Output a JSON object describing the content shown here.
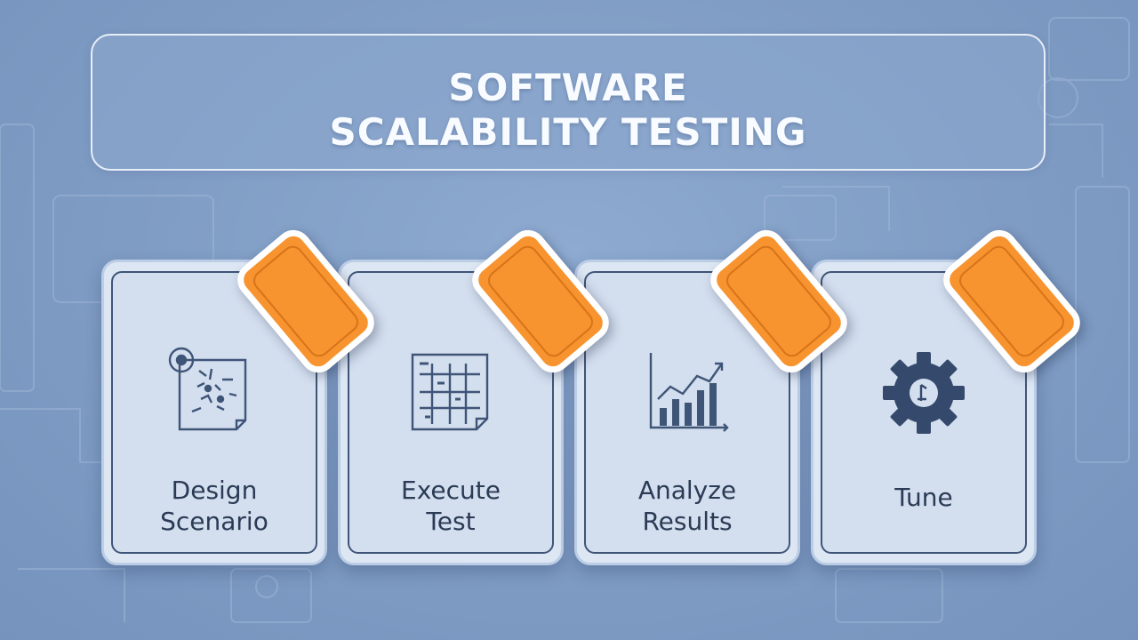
{
  "title": {
    "line1": "SOFTWARE",
    "line2": "SCALABILITY TESTING"
  },
  "steps": [
    {
      "label_line1": "Design",
      "label_line2": "Scenario",
      "icon": "blueprint-sketch-icon"
    },
    {
      "label_line1": "Execute",
      "label_line2": "Test",
      "icon": "grid-document-icon"
    },
    {
      "label_line1": "Analyze",
      "label_line2": "Results",
      "icon": "bar-chart-trend-icon"
    },
    {
      "label_line1": "Tune",
      "label_line2": "",
      "icon": "gear-icon"
    }
  ],
  "colors": {
    "background": "#7f9cc4",
    "card": "#dde7f4",
    "tag": "#f7942f",
    "text_dark": "#2b3b55",
    "title_text": "#f8fbff"
  }
}
